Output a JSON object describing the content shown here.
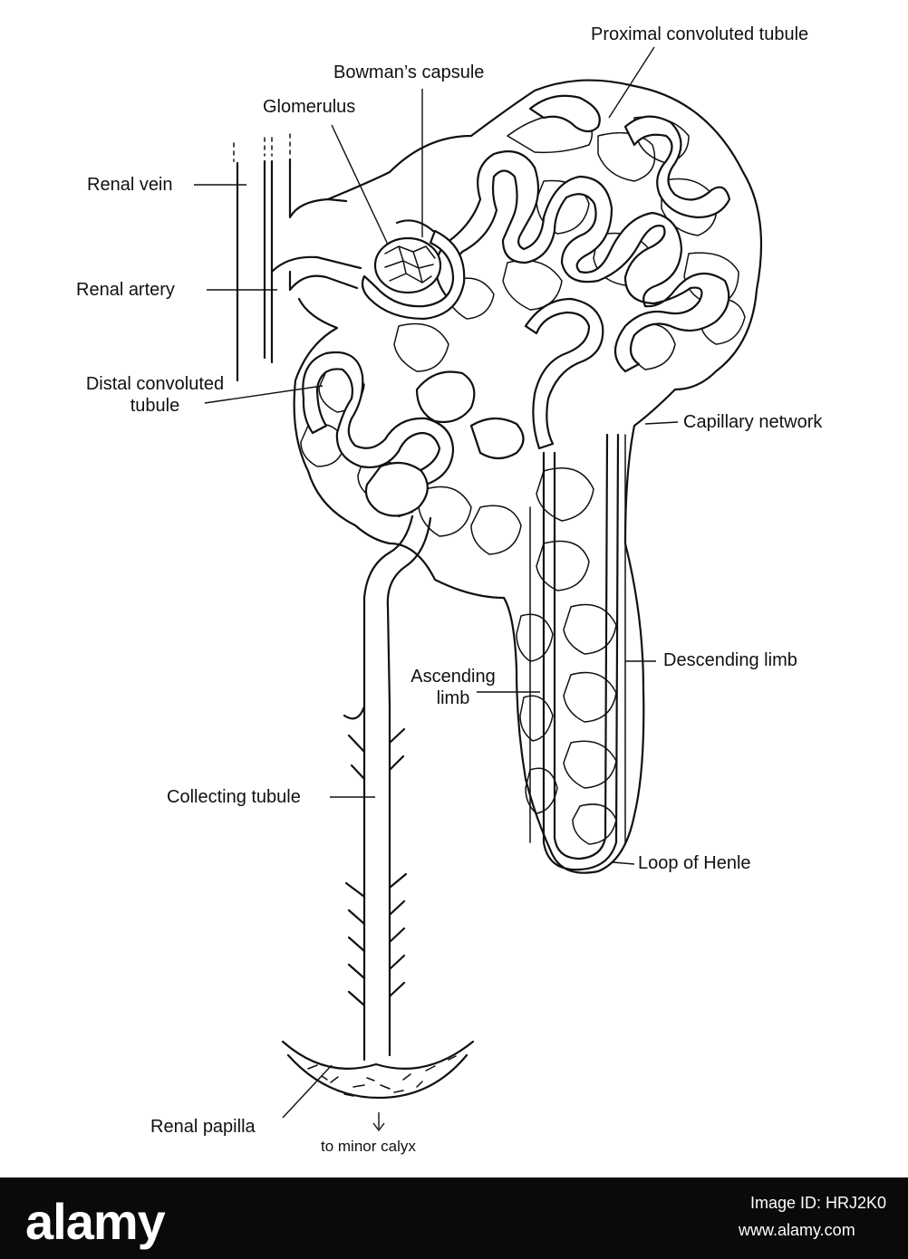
{
  "labels": {
    "proximal_convoluted_tubule": "Proximal convoluted tubule",
    "bowmans_capsule": "Bowman’s capsule",
    "glomerulus": "Glomerulus",
    "renal_vein": "Renal vein",
    "renal_artery": "Renal artery",
    "distal_convoluted_tubule_line1": "Distal convoluted",
    "distal_convoluted_tubule_line2": "tubule",
    "capillary_network": "Capillary network",
    "descending_limb": "Descending limb",
    "ascending_limb_line1": "Ascending",
    "ascending_limb_line2": "limb",
    "collecting_tubule": "Collecting tubule",
    "loop_of_henle": "Loop of Henle",
    "renal_papilla": "Renal papilla",
    "to_minor_calyx": "to minor calyx",
    "arrow_down": "↓"
  },
  "stock_banner": {
    "logo": "alamy",
    "image_id": "Image ID: HRJ2K0",
    "url": "www.alamy.com"
  }
}
